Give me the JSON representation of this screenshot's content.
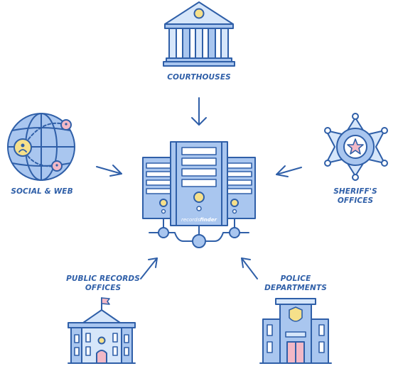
{
  "nodes": {
    "courthouses": {
      "line1": "COURTHOUSES"
    },
    "social_web": {
      "line1": "SOCIAL & WEB"
    },
    "sheriffs": {
      "line1": "SHERIFF'S",
      "line2": "OFFICES"
    },
    "public_records": {
      "line1": "PUBLIC RECORDS",
      "line2": "OFFICES"
    },
    "police": {
      "line1": "POLICE",
      "line2": "DEPARTMENTS"
    }
  },
  "server": {
    "brand_light": "records",
    "brand_bold": "finder"
  },
  "colors": {
    "outline": "#2f5fa8",
    "fill_main": "#a9c6ef",
    "fill_light": "#d6e6fa",
    "accent_yellow": "#f6e08a",
    "accent_pink": "#f2b8c6"
  }
}
